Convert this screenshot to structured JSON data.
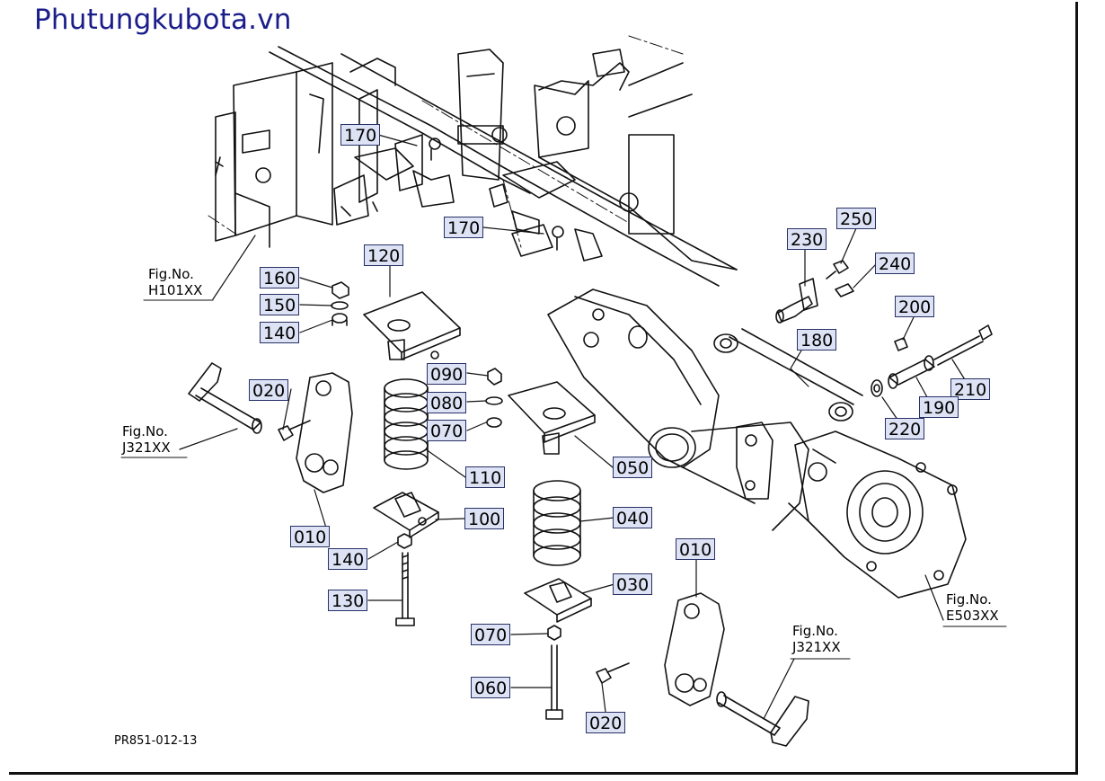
{
  "site": {
    "brand": "Phutungkubota.vn"
  },
  "drawing": {
    "number": "PR851-012-13"
  },
  "callouts": [
    {
      "key": "c170a",
      "label": "170"
    },
    {
      "key": "c170b",
      "label": "170"
    },
    {
      "key": "c120",
      "label": "120"
    },
    {
      "key": "c160",
      "label": "160"
    },
    {
      "key": "c150",
      "label": "150"
    },
    {
      "key": "c140a",
      "label": "140"
    },
    {
      "key": "c020a",
      "label": "020"
    },
    {
      "key": "c090",
      "label": "090"
    },
    {
      "key": "c080",
      "label": "080"
    },
    {
      "key": "c070a",
      "label": "070"
    },
    {
      "key": "c110",
      "label": "110"
    },
    {
      "key": "c050",
      "label": "050"
    },
    {
      "key": "c100",
      "label": "100"
    },
    {
      "key": "c010a",
      "label": "010"
    },
    {
      "key": "c140b",
      "label": "140"
    },
    {
      "key": "c130",
      "label": "130"
    },
    {
      "key": "c040",
      "label": "040"
    },
    {
      "key": "c030",
      "label": "030"
    },
    {
      "key": "c010b",
      "label": "010"
    },
    {
      "key": "c070b",
      "label": "070"
    },
    {
      "key": "c060",
      "label": "060"
    },
    {
      "key": "c020b",
      "label": "020"
    },
    {
      "key": "c230",
      "label": "230"
    },
    {
      "key": "c250",
      "label": "250"
    },
    {
      "key": "c240",
      "label": "240"
    },
    {
      "key": "c200",
      "label": "200"
    },
    {
      "key": "c180",
      "label": "180"
    },
    {
      "key": "c210",
      "label": "210"
    },
    {
      "key": "c190",
      "label": "190"
    },
    {
      "key": "c220",
      "label": "220"
    }
  ],
  "figure_refs": {
    "h101": {
      "line1": "Fig.No.",
      "line2": "H101XX"
    },
    "j321_left": {
      "line1": "Fig.No.",
      "line2": "J321XX"
    },
    "j321_right": {
      "line1": "Fig.No.",
      "line2": "J321XX"
    },
    "e503": {
      "line1": "Fig.No.",
      "line2": "E503XX"
    }
  },
  "colors": {
    "brand": "#1a1d8a",
    "callout_fill": "#dde3f5",
    "callout_border": "#273064",
    "ink": "#111111"
  }
}
